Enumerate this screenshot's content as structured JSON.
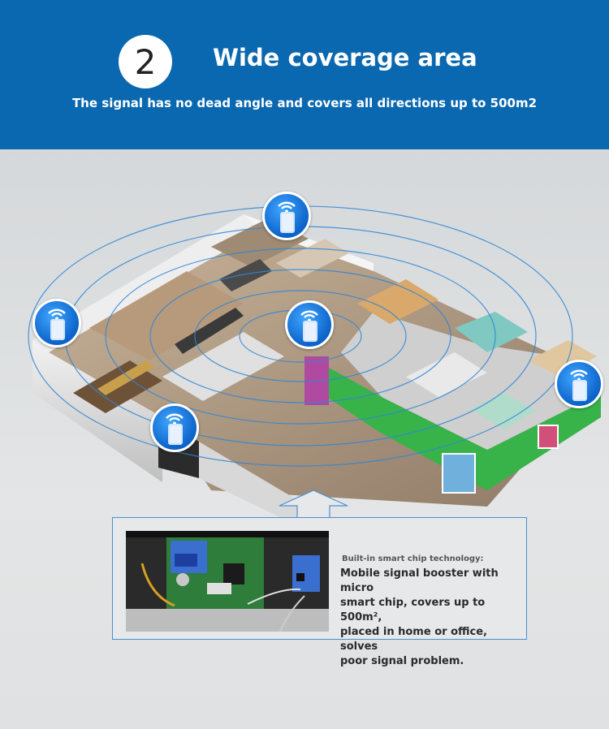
{
  "header": {
    "number": "2",
    "title": "Wide coverage area",
    "subtitle": "The signal has no dead angle and covers all directions up to 500m2"
  },
  "colors": {
    "header_bg": "#0a68b0",
    "badge_blue": "#0c63c9",
    "wave_blue": "#2f86d6",
    "green_wall": "#37b34a"
  },
  "badges": [
    "signal-phone-icon",
    "signal-phone-icon",
    "signal-phone-icon",
    "signal-phone-icon",
    "signal-phone-icon"
  ],
  "info": {
    "small_label": "Built-in smart chip technology:",
    "lines": [
      "Mobile signal booster with micro",
      "smart chip, covers up to 500m²,",
      "placed in home or office, solves",
      "poor signal problem."
    ]
  }
}
